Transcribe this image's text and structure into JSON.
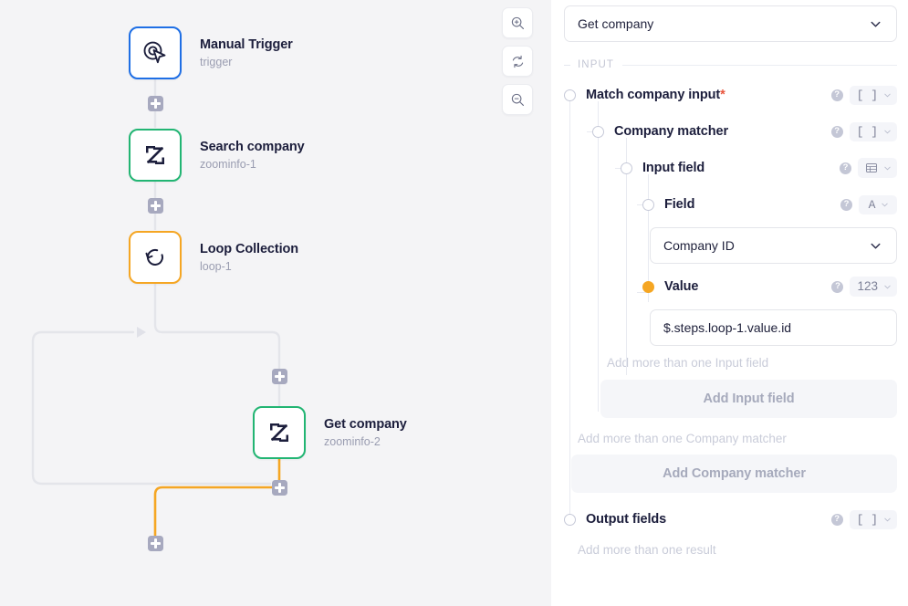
{
  "canvas": {
    "nodes": [
      {
        "title": "Manual Trigger",
        "subtitle": "trigger",
        "icon": "cursor-click-icon",
        "accent": "#1f6fe5"
      },
      {
        "title": "Search company",
        "subtitle": "zoominfo-1",
        "icon": "zoominfo-icon",
        "accent": "#22b573"
      },
      {
        "title": "Loop Collection",
        "subtitle": "loop-1",
        "icon": "loop-icon",
        "accent": "#f5a623"
      },
      {
        "title": "Get company",
        "subtitle": "zoominfo-2",
        "icon": "zoominfo-icon",
        "accent": "#22b573"
      }
    ],
    "zoom_controls": [
      {
        "name": "zoom-in-button",
        "glyph": "zoom-in-icon"
      },
      {
        "name": "reset-view-button",
        "glyph": "refresh-icon"
      },
      {
        "name": "zoom-out-button",
        "glyph": "zoom-out-icon"
      }
    ],
    "add_step_label": "+",
    "edge_color_default": "#e4e5ea",
    "edge_color_active": "#f5a623"
  },
  "panel": {
    "step_selector": {
      "value": "Get company",
      "chevron": "chevron-down-icon"
    },
    "section": {
      "label": "INPUT"
    },
    "rows": {
      "match_company_input": {
        "label": "Match company input",
        "required": "*",
        "type": "[ ]"
      },
      "company_matcher": {
        "label": "Company matcher",
        "type": "[ ]"
      },
      "input_field": {
        "label": "Input field",
        "type": "table-icon"
      },
      "field": {
        "label": "Field",
        "type": "A"
      },
      "value": {
        "label": "Value",
        "type": "123"
      },
      "output_fields": {
        "label": "Output fields",
        "type": "[ ]"
      }
    },
    "field_select": {
      "value": "Company ID",
      "chevron": "chevron-down-icon"
    },
    "value_input": {
      "value": "$.steps.loop-1.value.id"
    },
    "hints": {
      "input_field": "Add more than one Input field",
      "company_matcher": "Add more than one Company matcher",
      "output_fields": "Add more than one result"
    },
    "buttons": {
      "add_input_field": "Add Input field",
      "add_company_matcher": "Add Company matcher"
    },
    "help_glyph": "?"
  }
}
